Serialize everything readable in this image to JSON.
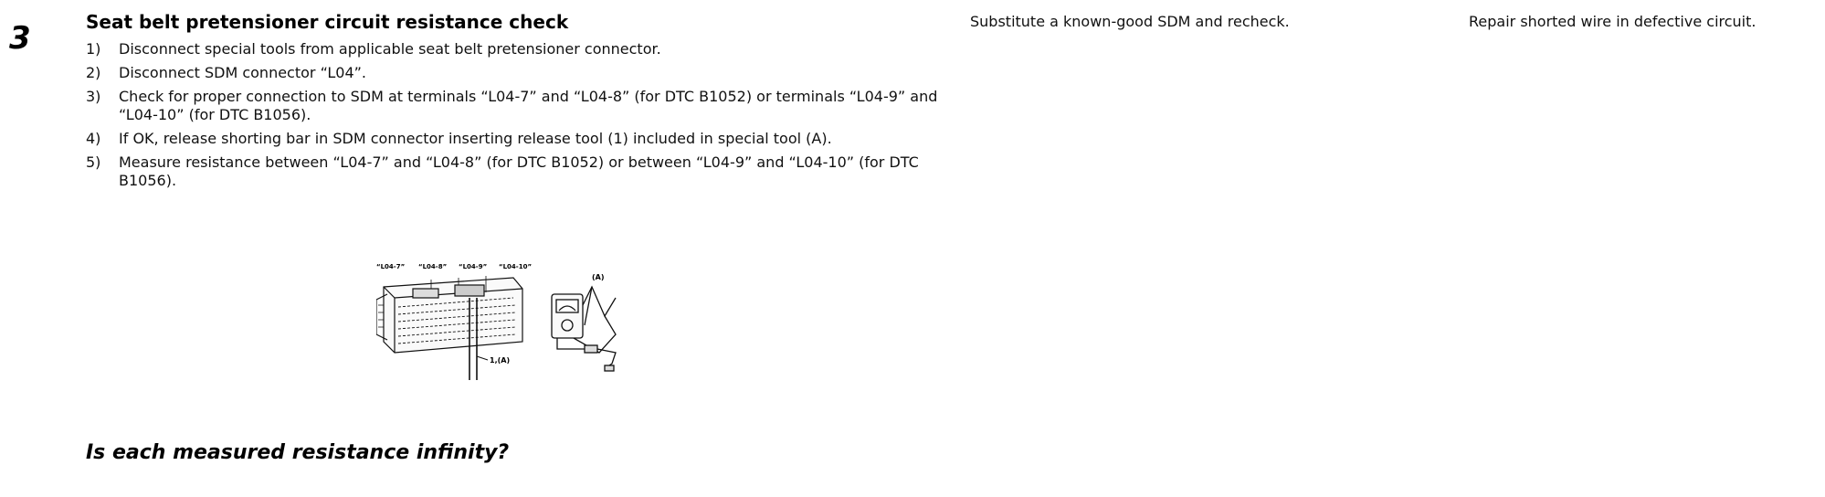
{
  "step_number": "3",
  "title": "Seat belt pretensioner circuit resistance check",
  "steps": [
    {
      "num": "1)",
      "text": "Disconnect special tools from applicable seat belt pretensioner connector."
    },
    {
      "num": "2)",
      "text": "Disconnect SDM connector “L04”."
    },
    {
      "num": "3)",
      "text": "Check for proper connection to SDM at terminals “L04-7” and “L04-8” (for DTC B1052) or terminals “L04-9” and “L04-10” (for DTC B1056)."
    },
    {
      "num": "4)",
      "text": "If OK, release shorting bar in SDM connector inserting release tool (1) included in special tool (A)."
    },
    {
      "num": "5)",
      "text": "Measure resistance between “L04-7” and “L04-8” (for DTC B1052) or between “L04-9” and “L04-10” (for DTC B1056)."
    }
  ],
  "figure_labels": {
    "l04_7": "“L04-7”",
    "l04_8": "“L04-8”",
    "l04_9": "“L04-9”",
    "l04_10": "“L04-10”",
    "tool_a": "(A)",
    "tool_1a": "1,(A)"
  },
  "question": "Is each measured resistance infinity?",
  "yes_action": "Substitute a known-good SDM and recheck.",
  "no_action": "Repair shorted wire in defective circuit."
}
